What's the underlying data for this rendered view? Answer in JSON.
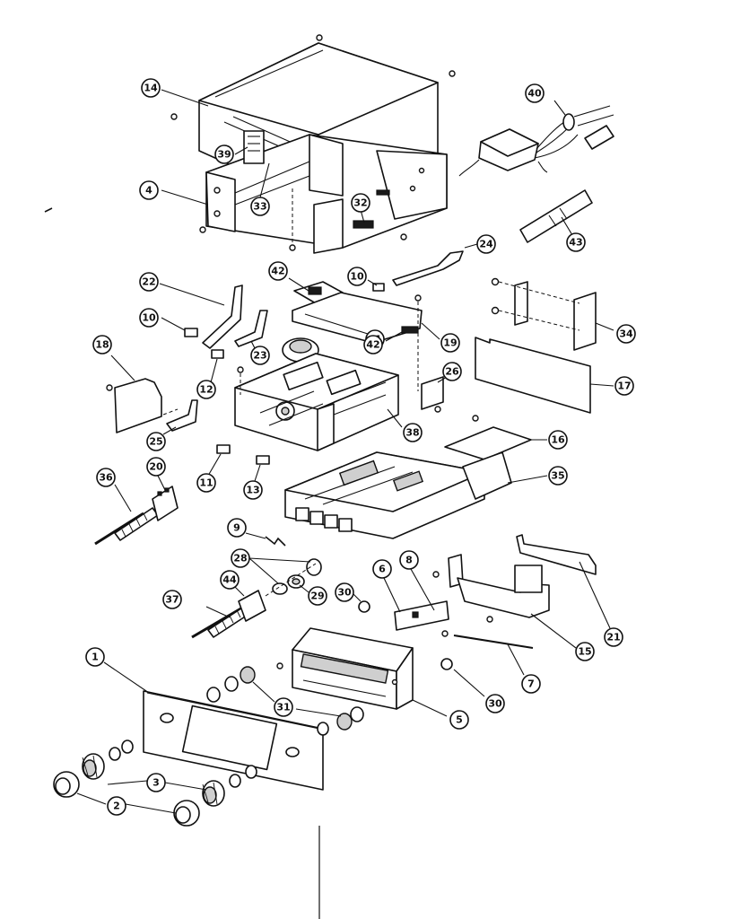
{
  "callouts": [
    {
      "id": "c1",
      "label": "1"
    },
    {
      "id": "c2",
      "label": "2"
    },
    {
      "id": "c3",
      "label": "3"
    },
    {
      "id": "c4",
      "label": "4"
    },
    {
      "id": "c5",
      "label": "5"
    },
    {
      "id": "c6",
      "label": "6"
    },
    {
      "id": "c7",
      "label": "7"
    },
    {
      "id": "c8",
      "label": "8"
    },
    {
      "id": "c9",
      "label": "9"
    },
    {
      "id": "c10a",
      "label": "10"
    },
    {
      "id": "c10b",
      "label": "10"
    },
    {
      "id": "c11",
      "label": "11"
    },
    {
      "id": "c12",
      "label": "12"
    },
    {
      "id": "c13",
      "label": "13"
    },
    {
      "id": "c14",
      "label": "14"
    },
    {
      "id": "c15",
      "label": "15"
    },
    {
      "id": "c16",
      "label": "16"
    },
    {
      "id": "c17",
      "label": "17"
    },
    {
      "id": "c18",
      "label": "18"
    },
    {
      "id": "c19",
      "label": "19"
    },
    {
      "id": "c20",
      "label": "20"
    },
    {
      "id": "c21",
      "label": "21"
    },
    {
      "id": "c22",
      "label": "22"
    },
    {
      "id": "c23",
      "label": "23"
    },
    {
      "id": "c24",
      "label": "24"
    },
    {
      "id": "c25",
      "label": "25"
    },
    {
      "id": "c26a",
      "label": "26"
    },
    {
      "id": "c28",
      "label": "28"
    },
    {
      "id": "c29",
      "label": "29"
    },
    {
      "id": "c30a",
      "label": "30"
    },
    {
      "id": "c30b",
      "label": "30"
    },
    {
      "id": "c31",
      "label": "31"
    },
    {
      "id": "c32",
      "label": "32"
    },
    {
      "id": "c33",
      "label": "33"
    },
    {
      "id": "c34",
      "label": "34"
    },
    {
      "id": "c35",
      "label": "35"
    },
    {
      "id": "c36",
      "label": "36"
    },
    {
      "id": "c37",
      "label": "37"
    },
    {
      "id": "c38",
      "label": "38"
    },
    {
      "id": "c39",
      "label": "39"
    },
    {
      "id": "c40",
      "label": "40"
    },
    {
      "id": "c41",
      "label": "41"
    },
    {
      "id": "c42a",
      "label": "42"
    },
    {
      "id": "c42b",
      "label": "42"
    },
    {
      "id": "c43",
      "label": "43"
    },
    {
      "id": "c44",
      "label": "44"
    }
  ]
}
